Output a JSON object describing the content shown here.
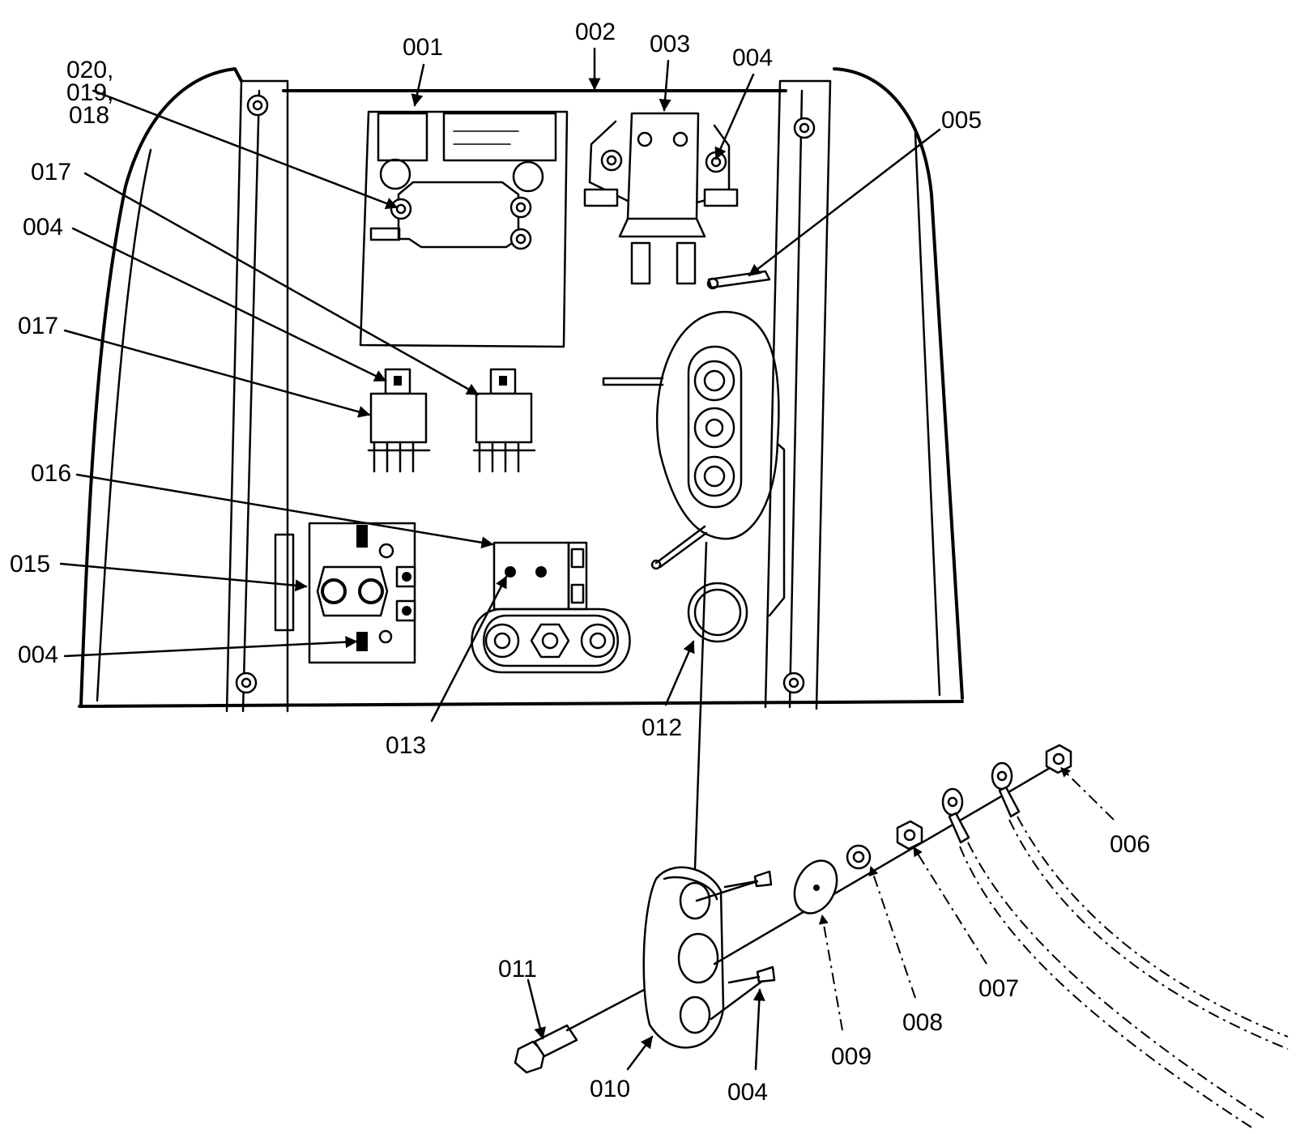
{
  "callouts": {
    "c001": "001",
    "c002": "002",
    "c003": "003",
    "c004_top": "004",
    "c005": "005",
    "c020_1": "020,",
    "c020_2": "019,",
    "c020_3": "018",
    "c017_top": "017",
    "c004_left": "004",
    "c017_mid": "017",
    "c016": "016",
    "c015": "015",
    "c004_bottom": "004",
    "c013": "013",
    "c012": "012",
    "c006": "006",
    "c007": "007",
    "c008": "008",
    "c009": "009",
    "c011": "011",
    "c010": "010",
    "c004_lower": "004"
  }
}
